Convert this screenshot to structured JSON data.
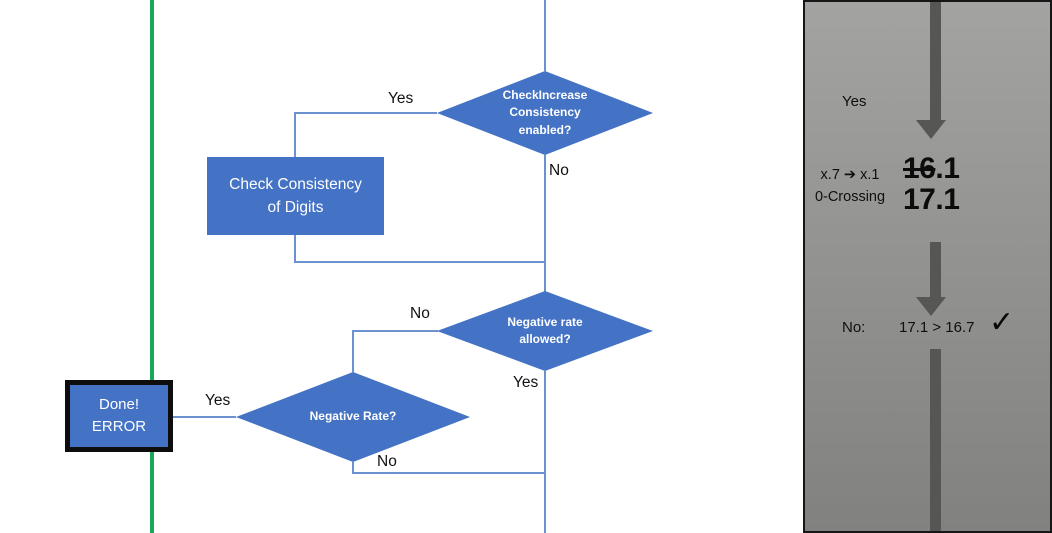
{
  "colors": {
    "accent_blue": "#4472C4",
    "connector_blue": "#6B91D1",
    "green_line": "#18A85C",
    "panel_gray_top": "#A3A3A1",
    "panel_gray_bottom": "#81817F",
    "arrow_gray": "#565654",
    "shape_text": "#FFFFFF",
    "label_text": "#111111"
  },
  "flowchart": {
    "decision_check_increase": {
      "line1": "CheckIncrease",
      "line2": "Consistency",
      "line3": "enabled?"
    },
    "process_check_consistency": {
      "line1": "Check Consistency",
      "line2": "of Digits"
    },
    "decision_negative_rate_allowed": {
      "line1": "Negative rate",
      "line2": "allowed?"
    },
    "decision_negative_rate": {
      "label": "Negative Rate?"
    },
    "terminal_done_error": {
      "line1": "Done!",
      "line2": "ERROR"
    },
    "labels": {
      "check_increase_yes": "Yes",
      "check_increase_no": "No",
      "negative_allowed_no": "No",
      "negative_allowed_yes": "Yes",
      "negative_rate_yes": "Yes",
      "negative_rate_no": "No"
    }
  },
  "panel": {
    "yes_label": "Yes",
    "note_line1": "x.7 ➔ x.1",
    "note_line2": "0-Crossing",
    "old_value_struck": "16",
    "old_value_tail": ".1",
    "new_value": "17.1",
    "no_label": "No:",
    "comparison": "17.1 > 16.7",
    "checkmark": "✓"
  }
}
